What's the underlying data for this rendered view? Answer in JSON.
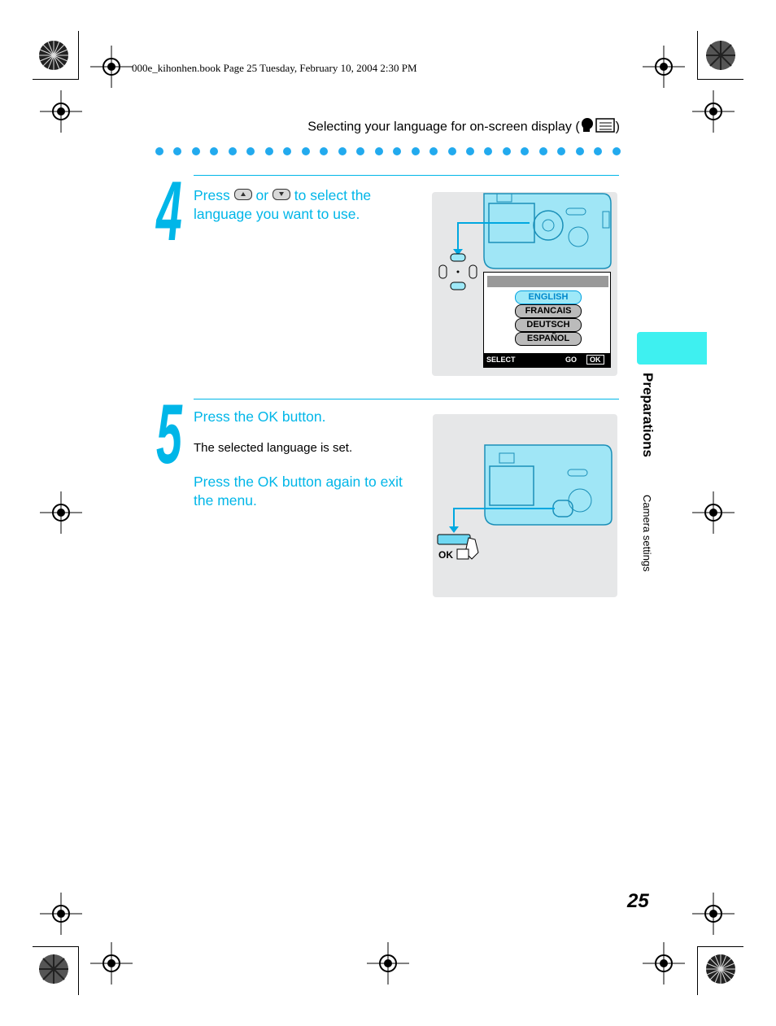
{
  "header": {
    "book_info": "000e_kihonhen.book  Page 25  Tuesday, February 10, 2004  2:30 PM",
    "section_title": "Selecting your language for on-screen display (",
    "section_title_end": ")"
  },
  "step4": {
    "number": "4",
    "text_part1": "Press",
    "text_part2": "or",
    "text_part3": "to select the",
    "text_line2": "language you want to use."
  },
  "screen": {
    "languages": [
      "ENGLISH",
      "FRANCAIS",
      "DEUTSCH",
      "ESPAÑOL"
    ],
    "select_label": "SELECT",
    "go_label": "GO",
    "ok_label": "OK"
  },
  "step5": {
    "number": "5",
    "instruction": "Press the OK button.",
    "result": "The selected language is set.",
    "instruction2_line1": "Press the OK button again to exit",
    "instruction2_line2": "the menu."
  },
  "illustration2": {
    "ok_label": "OK"
  },
  "sidebar": {
    "chapter": "Preparations",
    "subsection": "Camera settings"
  },
  "page_number": "25",
  "colors": {
    "accent": "#00b6e8",
    "tab": "#3ef0f0",
    "panel": "#e6e7e8"
  }
}
